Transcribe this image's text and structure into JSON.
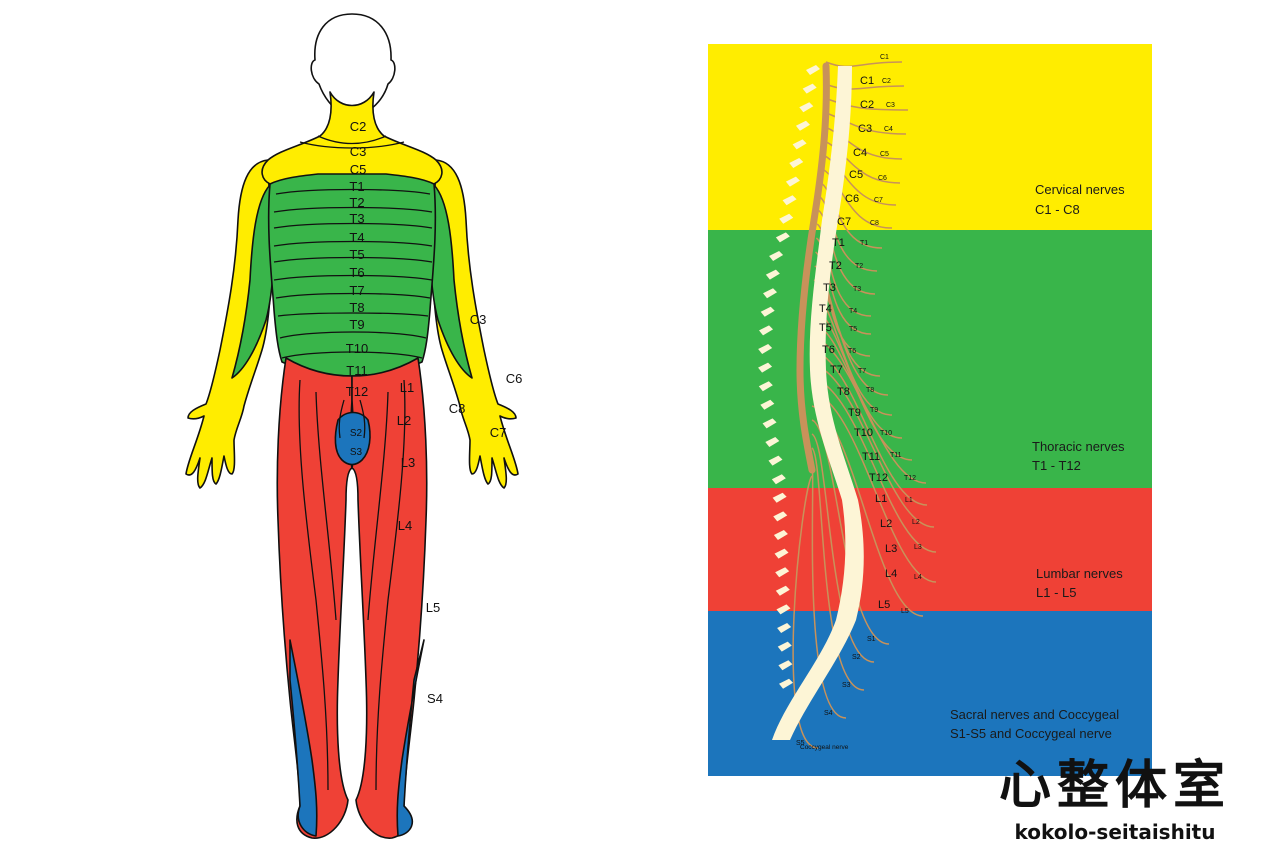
{
  "body_labels": {
    "c2": "C2",
    "c3_neck": "C3",
    "c5": "C5",
    "t1": "T1",
    "t2": "T2",
    "t3": "T3",
    "t4": "T4",
    "t5": "T5",
    "t6": "T6",
    "t7": "T7",
    "t8": "T8",
    "t9": "T9",
    "t10": "T10",
    "t11": "T11",
    "t12": "T12",
    "l1": "L1",
    "l2": "L2",
    "l3": "L3",
    "l4": "L4",
    "l5": "L5",
    "s2": "S2",
    "s3": "S3",
    "s4": "S4",
    "c3_arm": "C3",
    "c6": "C6",
    "c7": "C7",
    "c8": "C8"
  },
  "spine_labels": {
    "vertebrae": [
      "C1",
      "C2",
      "C3",
      "C4",
      "C5",
      "C6",
      "C7",
      "T1",
      "T2",
      "T3",
      "T4",
      "T5",
      "T6",
      "T7",
      "T8",
      "T9",
      "T10",
      "T11",
      "T12",
      "L1",
      "L2",
      "L3",
      "L4",
      "L5"
    ],
    "nerves": [
      "C1",
      "C2",
      "C3",
      "C4",
      "C5",
      "C6",
      "C7",
      "C8",
      "T1",
      "T2",
      "T3",
      "T4",
      "T5",
      "T6",
      "T7",
      "T8",
      "T9",
      "T10",
      "T11",
      "T12",
      "L1",
      "L2",
      "L3",
      "L4",
      "L5",
      "S1",
      "S2",
      "S3",
      "S4",
      "S5"
    ],
    "coccygeal": "Coccygeal nerve"
  },
  "regions": {
    "cervical": {
      "title": "Cervical nerves",
      "range": "C1 - C8"
    },
    "thoracic": {
      "title": "Thoracic nerves",
      "range": "T1 - T12"
    },
    "lumbar": {
      "title": "Lumbar nerves",
      "range": "L1 - L5"
    },
    "sacral": {
      "title": "Sacral nerves and Coccygeal",
      "range": "S1-S5 and Coccygeal nerve"
    }
  },
  "brand": {
    "title": "心整体室",
    "subtitle": "kokolo-seitaishitu"
  },
  "colors": {
    "cervical": "#ffed00",
    "thoracic": "#39b54a",
    "lumbar": "#ef4136",
    "sacral": "#1c75bc",
    "spine": "#fdf5d6",
    "cord": "#c8925a"
  }
}
